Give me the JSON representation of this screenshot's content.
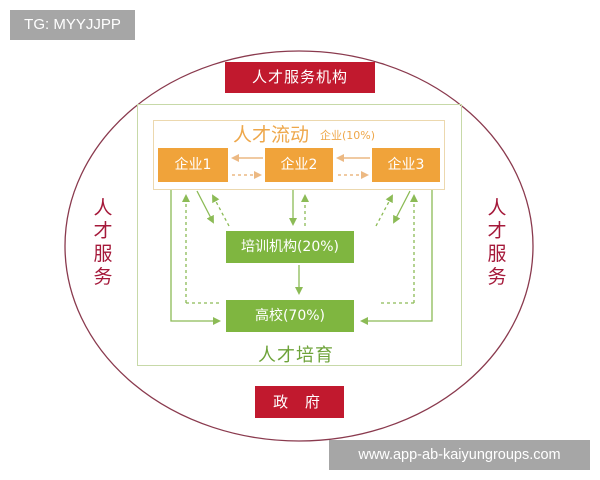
{
  "badges": {
    "top_left": "TG: MYYJJPP",
    "bottom_right": "www.app-ab-kaiyungroups.com"
  },
  "diagram": {
    "top_box": "人才服务机构",
    "bottom_box": "政 府",
    "side_left": "人才服务",
    "side_right": "人才服务",
    "flow_section": {
      "title": "人才流动",
      "subtitle": "企业(10%)",
      "enterprises": [
        "企业1",
        "企业2",
        "企业3"
      ]
    },
    "training_box": "培训机构(20%)",
    "university_box": "高校(70%)",
    "cultivation_label": "人才培育"
  },
  "colors": {
    "red": "#c1192e",
    "orange": "#f0a33a",
    "green": "#7fb640",
    "ellipse": "#8a3a4e",
    "side_text": "#a5193a"
  }
}
